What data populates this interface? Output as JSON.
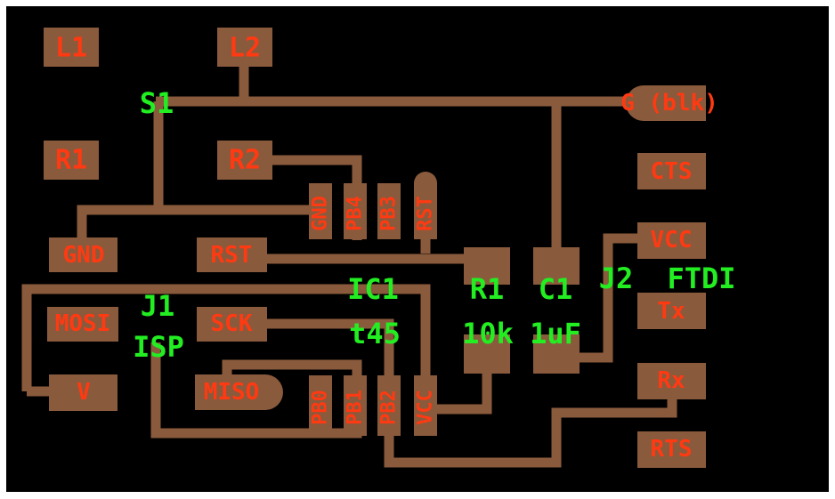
{
  "colors": {
    "background": "#000000",
    "trace": "#8a5a3c",
    "pad_label": "#ff3a12",
    "part_label": "#22ee22"
  },
  "pads": {
    "l1": "L1",
    "l2": "L2",
    "r1": "R1",
    "r2": "R2",
    "gnd": "GND",
    "rst": "RST",
    "mosi": "MOSI",
    "sck": "SCK",
    "v": "V",
    "miso": "MISO",
    "cts": "CTS",
    "vcc": "VCC",
    "tx": "Tx",
    "rx": "Rx",
    "rts": "RTS",
    "g_blk": "G (blk)"
  },
  "ic_pins": {
    "gnd": "GND",
    "pb4": "PB4",
    "pb3": "PB3",
    "rst": "RST",
    "pb0": "PB0",
    "pb1": "PB1",
    "pb2": "PB2",
    "vcc": "VCC"
  },
  "parts": {
    "s1": "S1",
    "j1_ref": "J1",
    "j1_name": "ISP",
    "ic1_ref": "IC1",
    "ic1_value": "t45",
    "r1_ref": "R1",
    "r1_value": "10k",
    "c1_ref": "C1",
    "c1_value": "1uF",
    "j2_ref": "J2",
    "j2_name": "FTDI"
  }
}
